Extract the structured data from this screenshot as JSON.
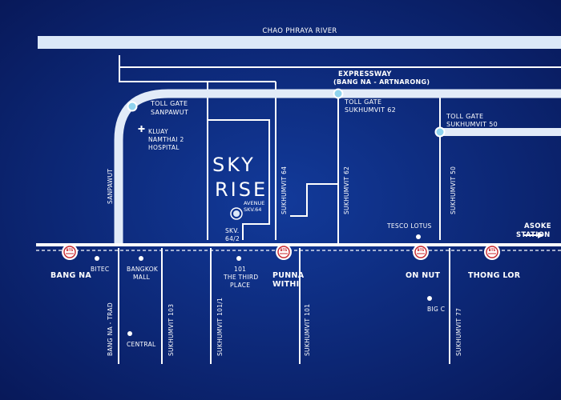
{
  "colors": {
    "background": "#0b2370",
    "road": "#ffffff",
    "expressway": "#e2ebf8",
    "river": "#dbe8f8",
    "label": "#ffffff",
    "station_red": "#c8262c"
  },
  "river": {
    "label": "CHAO PHRAYA RIVER"
  },
  "expressway": {
    "label_1": "EXPRESSWAY",
    "label_2": "(BANG NA - ARTNARONG)"
  },
  "toll_gates": [
    {
      "label_1": "TOLL GATE",
      "label_2": "SANPAWUT"
    },
    {
      "label_1": "TOLL GATE",
      "label_2": "SUKHUMVIT 62"
    },
    {
      "label_1": "TOLL GATE",
      "label_2": "SUKHUMVIT 50"
    }
  ],
  "roads": [
    {
      "label": "SANPAWUT"
    },
    {
      "label": "SUKHUMVIT 64"
    },
    {
      "label": "SUKHUMVIT 62"
    },
    {
      "label": "SUKHUMVIT 50"
    },
    {
      "label": "BANG NA - TRAD"
    },
    {
      "label": "SUKHUMVIT 103"
    },
    {
      "label": "SUKHUMVIT 101/1"
    },
    {
      "label": "SUKHUMVIT 101"
    },
    {
      "label": "SUKHUMVIT 77"
    },
    {
      "label_1": "SKV.",
      "label_2": "64/2"
    }
  ],
  "stations": [
    {
      "label_1": "BANG NA",
      "label_2": "",
      "icon": "bts-station-icon"
    },
    {
      "label_1": "PUNNA",
      "label_2": "WITHI",
      "icon": "bts-station-icon"
    },
    {
      "label_1": "ON NUT",
      "label_2": "",
      "icon": "bts-station-icon"
    },
    {
      "label_1": "THONG LOR",
      "label_2": "",
      "icon": "bts-station-icon"
    }
  ],
  "station_icon_text": "BTS",
  "asoke": {
    "label_1": "ASOKE",
    "label_2": "STATION",
    "icon": "arrow-right-icon"
  },
  "landmarks": [
    {
      "label_1": "KLUAY",
      "label_2": "NAMTHAI 2",
      "label_3": "HOSPITAL",
      "icon": "hospital-cross-icon"
    },
    {
      "label_1": "BITEC"
    },
    {
      "label_1": "BANGKOK",
      "label_2": "MALL"
    },
    {
      "label_1": "CENTRAL"
    },
    {
      "label_1": "101",
      "label_2": "THE THIRD",
      "label_3": "PLACE"
    },
    {
      "label_1": "TESCO LOTUS"
    },
    {
      "label_1": "BIG C"
    }
  ],
  "project": {
    "logo_line1": "SKY",
    "logo_line2": "RISE",
    "logo_sub1": "AVENUE",
    "logo_sub2": "SKV.64",
    "icon": "location-target-icon"
  }
}
